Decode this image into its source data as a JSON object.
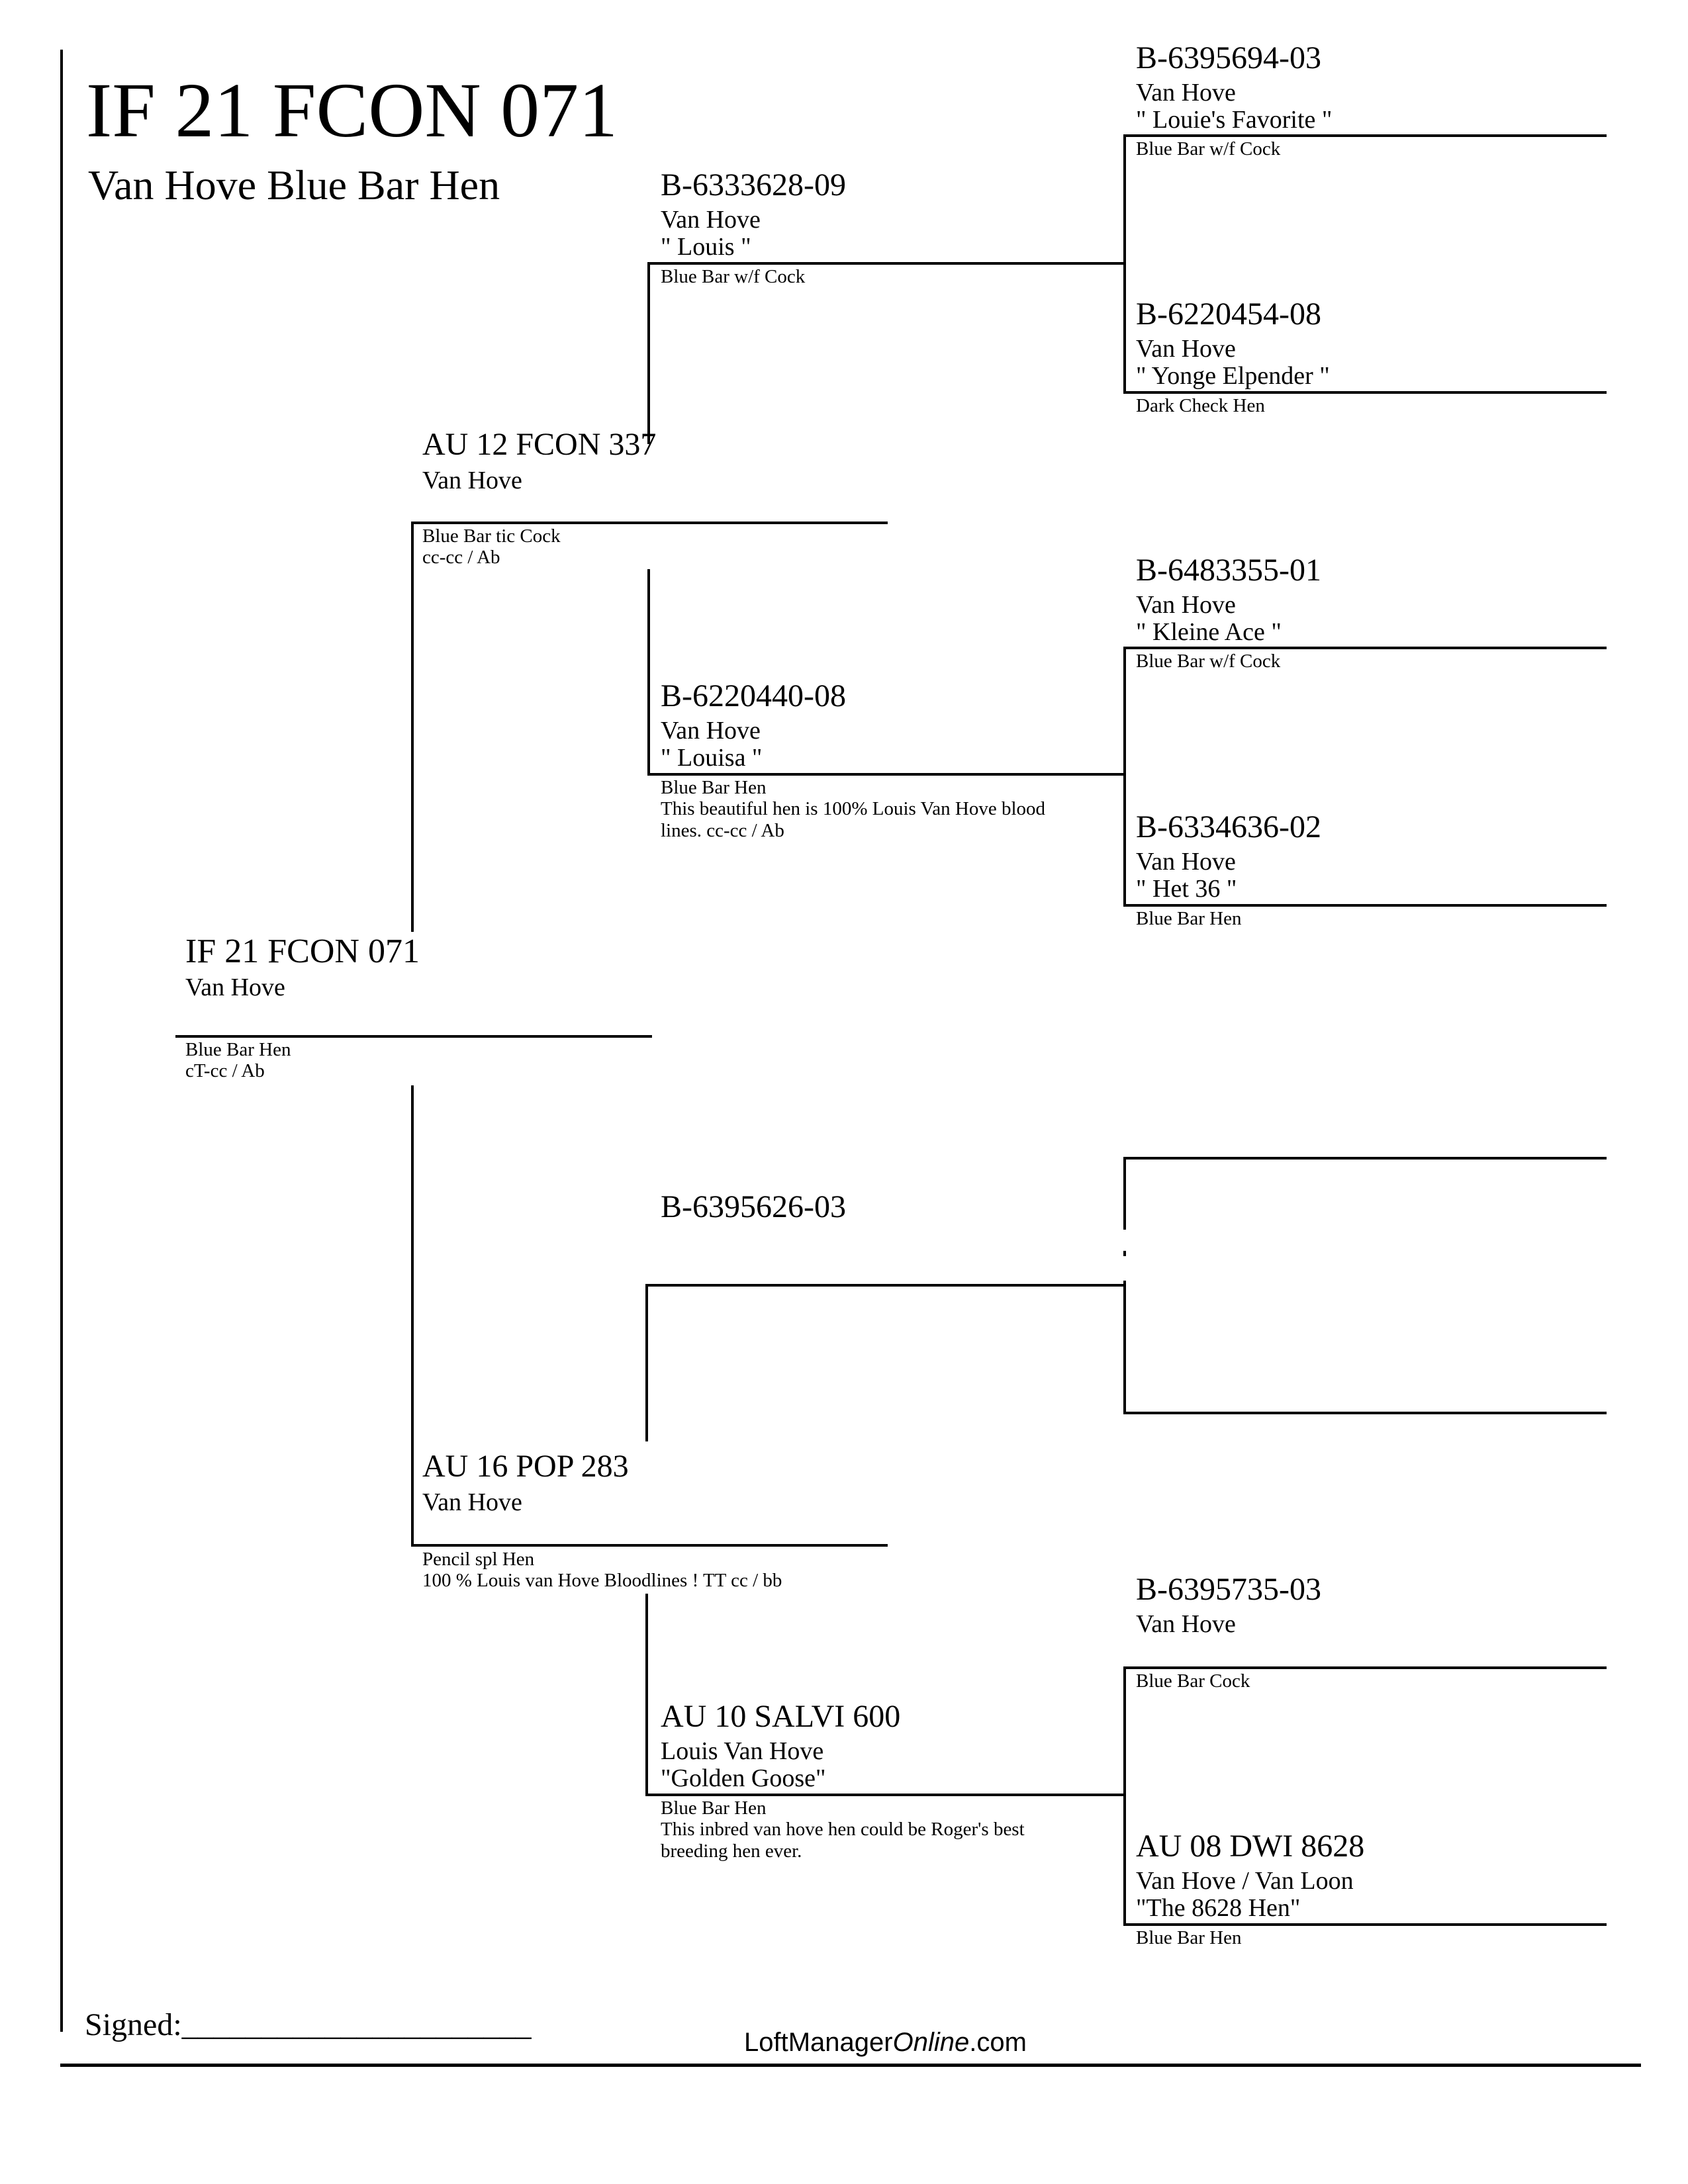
{
  "header": {
    "title": "IF 21 FCON 071",
    "subtitle": "Van Hove Blue Bar Hen"
  },
  "subject": {
    "band": "IF 21 FCON 071",
    "breeder": "Van Hove",
    "color": "Blue Bar Hen",
    "notes": "cT-cc / Ab"
  },
  "sire": {
    "band": "AU 12 FCON 337",
    "breeder": "Van Hove",
    "color": "Blue Bar tic Cock",
    "notes": "cc-cc / Ab"
  },
  "dam": {
    "band": "AU 16 POP 283",
    "breeder": "Van Hove",
    "color": "Pencil spl Hen",
    "notes": "100 % Louis van Hove Bloodlines ! TT cc / bb"
  },
  "sire_sire": {
    "band": "B-6333628-09",
    "breeder": "Van Hove",
    "name": "\" Louis \"",
    "color": "Blue Bar w/f Cock"
  },
  "sire_dam": {
    "band": "B-6220440-08",
    "breeder": "Van Hove",
    "name": "\" Louisa \"",
    "color": "Blue Bar Hen",
    "notes_line1": "This beautiful hen is 100% Louis Van Hove blood",
    "notes_line2": "lines. cc-cc / Ab"
  },
  "dam_sire": {
    "band": "B-6395626-03"
  },
  "dam_dam": {
    "band": "AU 10 SALVI 600",
    "breeder": "Louis Van Hove",
    "name": "\"Golden Goose\"",
    "color": "Blue Bar Hen",
    "notes_line1": "This inbred van hove hen could be Roger's best",
    "notes_line2": "breeding hen ever."
  },
  "gg": [
    {
      "band": "B-6395694-03",
      "breeder": "Van Hove",
      "name": "\" Louie's Favorite \"",
      "color": "Blue Bar w/f Cock"
    },
    {
      "band": "B-6220454-08",
      "breeder": "Van Hove",
      "name": "\" Yonge Elpender \"",
      "color": "Dark Check Hen"
    },
    {
      "band": "B-6483355-01",
      "breeder": "Van Hove",
      "name": "\" Kleine Ace \"",
      "color": "Blue Bar w/f Cock"
    },
    {
      "band": "B-6334636-02",
      "breeder": "Van Hove",
      "name": "\" Het 36 \"",
      "color": "Blue Bar Hen"
    },
    {
      "band": "B-6395735-03",
      "breeder": "Van Hove",
      "color": "Blue Bar Cock"
    },
    {
      "band": "AU 08 DWI 8628",
      "breeder": "Van Hove / Van Loon",
      "name": "\"The 8628 Hen\"",
      "color": "Blue Bar Hen"
    }
  ],
  "footer": {
    "signed_label": "Signed:",
    "signed_line": "______________________",
    "brand_prefix": "LoftManager",
    "brand_italic": "Online",
    "brand_suffix": ".com"
  }
}
